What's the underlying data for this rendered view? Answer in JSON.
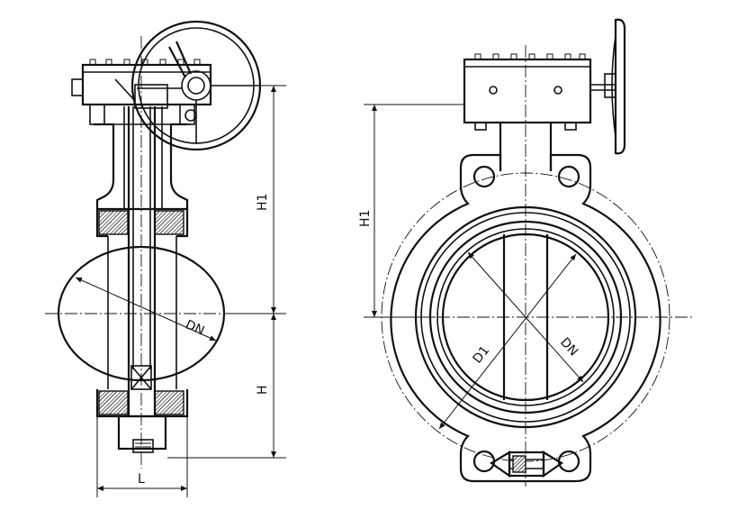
{
  "labels": {
    "side_view": {
      "dn": "DN",
      "h1": "H1",
      "h": "H",
      "l": "L"
    },
    "front_view": {
      "h1": "H1",
      "d1": "D1",
      "dn": "DN"
    }
  },
  "colors": {
    "line": "#111111",
    "background": "#ffffff"
  }
}
